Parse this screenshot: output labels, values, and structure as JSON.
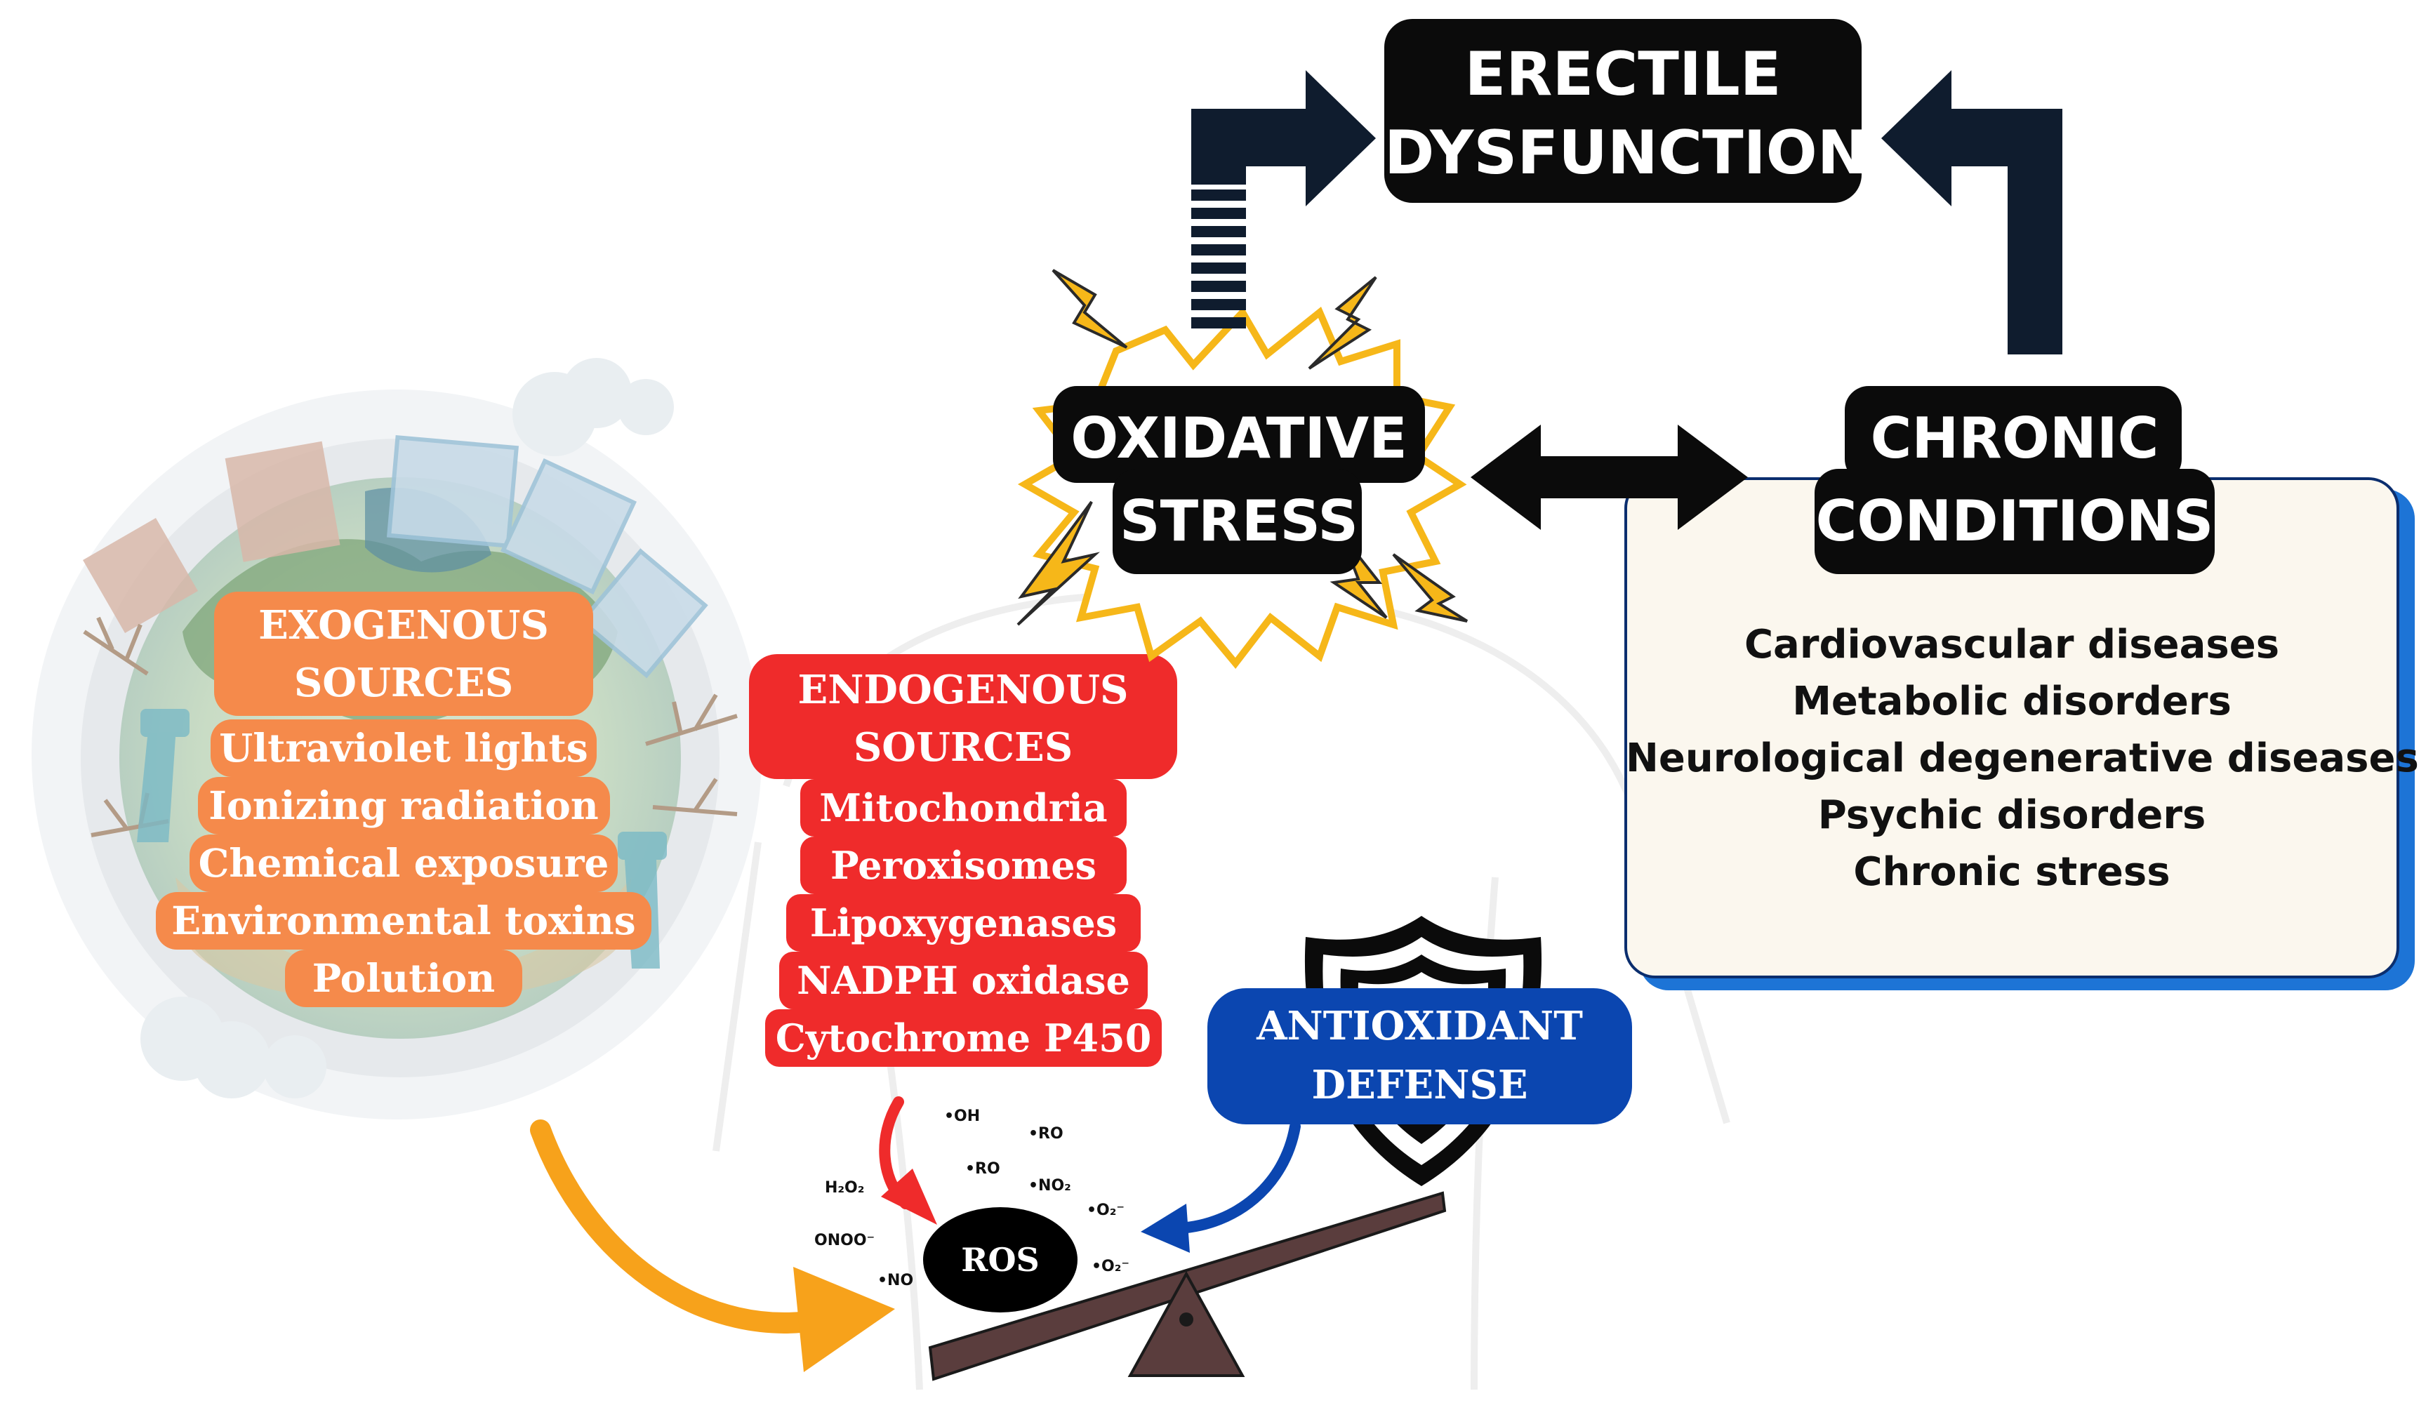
{
  "title": "ERECTILE DYSFUNCTION",
  "title_lines": [
    "ERECTILE",
    "DYSFUNCTION"
  ],
  "oxidative_stress": {
    "lines": [
      "OXIDATIVE",
      "STRESS"
    ]
  },
  "chronic_conditions": {
    "lines": [
      "CHRONIC",
      "CONDITIONS"
    ],
    "items": [
      "Cardiovascular diseases",
      "Metabolic disorders",
      "Neurological degenerative diseases",
      "Psychic disorders",
      "Chronic stress"
    ]
  },
  "exogenous": {
    "title_lines": [
      "EXOGENOUS",
      "SOURCES"
    ],
    "items": [
      "Ultraviolet lights",
      "Ionizing radiation",
      "Chemical exposure",
      "Environmental toxins",
      "Polution"
    ]
  },
  "endogenous": {
    "title_lines": [
      "ENDOGENOUS",
      "SOURCES"
    ],
    "items": [
      "Mitochondria",
      "Peroxisomes",
      "Lipoxygenases",
      "NADPH oxidase",
      "Cytochrome P450"
    ]
  },
  "antioxidant": {
    "lines": [
      "ANTIOXIDANT",
      "DEFENSE"
    ]
  },
  "ros": {
    "label": "ROS",
    "species": [
      "•OH",
      "•RO",
      "•RO",
      "•NO₂",
      "H₂O₂",
      "•O₂⁻",
      "ONOO⁻",
      "•NO",
      "•O₂⁻"
    ]
  },
  "colors": {
    "black": "#0b0b0b",
    "navy_arrow": "#0f1c2e",
    "orange_box": "#f58a4b",
    "orange_arrow": "#f7a21b",
    "red_box": "#ef2b2b",
    "blue_box": "#0b46b0",
    "conditions_panel": "#fbf7ee",
    "conditions_border": "#1d74d6",
    "burst": "#f6b719",
    "seesaw": "#5a3d3d"
  }
}
